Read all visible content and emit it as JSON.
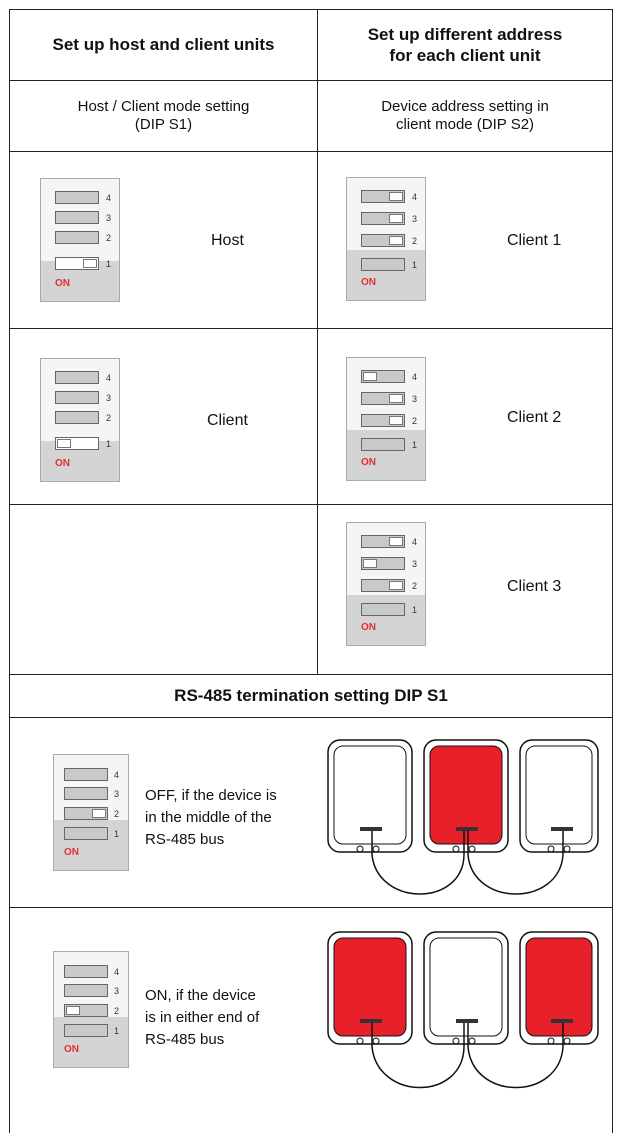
{
  "header": {
    "left_title": "Set up host and client units",
    "right_title_line1": "Set up different address",
    "right_title_line2": "for each client unit",
    "left_sub_line1": "Host / Client mode setting",
    "left_sub_line2": "(DIP S1)",
    "right_sub_line1": "Device address setting in",
    "right_sub_line2": "client mode (DIP S2)"
  },
  "rows": {
    "host_label": "Host",
    "client_label": "Client",
    "client1_label": "Client 1",
    "client2_label": "Client 2",
    "client3_label": "Client 3"
  },
  "dip": {
    "on_label": "ON",
    "numbers": [
      "4",
      "3",
      "2",
      "1"
    ]
  },
  "termination": {
    "title": "RS-485 termination setting DIP S1",
    "off_line1": "OFF, if the device is",
    "off_line2": "in the middle of the",
    "off_line3": "RS-485 bus",
    "on_line1": "ON, if the device",
    "on_line2": "is in either end of",
    "on_line3": "RS-485 bus"
  },
  "colors": {
    "terminated_device": "#e8202a",
    "on_text": "#e03030",
    "border": "#222222"
  }
}
